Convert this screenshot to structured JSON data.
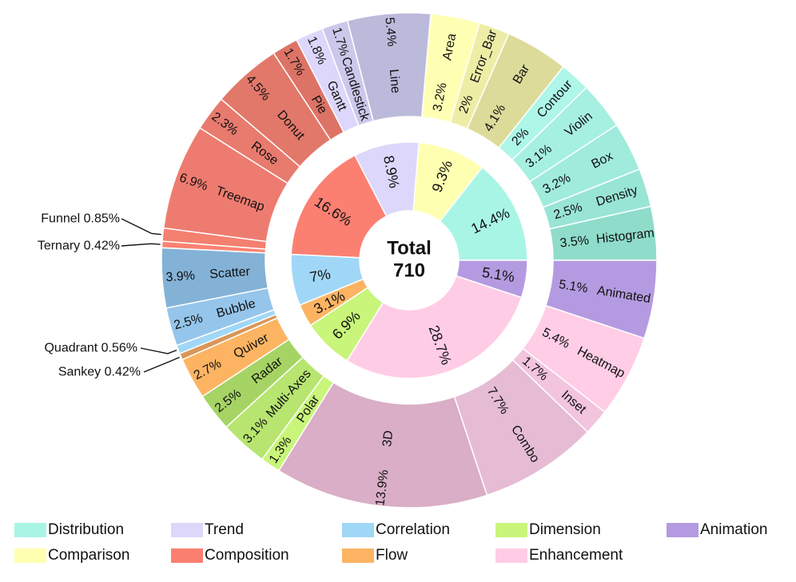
{
  "chart_data": {
    "type": "pie",
    "center_label": {
      "line1": "Total",
      "line2": "710"
    },
    "inner": [
      {
        "id": "distribution",
        "label": "14.4%",
        "value": 14.4,
        "color": "#a8f5e6"
      },
      {
        "id": "comparison",
        "label": "9.3%",
        "value": 9.3,
        "color": "#ffffb2"
      },
      {
        "id": "trend",
        "label": "8.9%",
        "value": 8.9,
        "color": "#dcd7fb"
      },
      {
        "id": "composition",
        "label": "16.6%",
        "value": 16.6,
        "color": "#fb8071"
      },
      {
        "id": "correlation",
        "label": "7%",
        "value": 7.0,
        "color": "#a0d7f7"
      },
      {
        "id": "flow",
        "label": "3.1%",
        "value": 3.1,
        "color": "#fcb463"
      },
      {
        "id": "dimension",
        "label": "6.9%",
        "value": 6.9,
        "color": "#c8f57a"
      },
      {
        "id": "enhancement",
        "label": "28.7%",
        "value": 28.7,
        "color": "#ffcce6"
      },
      {
        "id": "animation",
        "label": "5.1%",
        "value": 5.1,
        "color": "#b49be1"
      }
    ],
    "outer": [
      {
        "name": "Histogram",
        "label": "3.5%",
        "value": 3.5,
        "group": "distribution",
        "color": "#8fdccb"
      },
      {
        "name": "Density",
        "label": "2.5%",
        "value": 2.5,
        "group": "distribution",
        "color": "#99e5d5"
      },
      {
        "name": "Box",
        "label": "3.2%",
        "value": 3.2,
        "group": "distribution",
        "color": "#a0ebdc"
      },
      {
        "name": "Violin",
        "label": "3.1%",
        "value": 3.1,
        "group": "distribution",
        "color": "#a6f0e1"
      },
      {
        "name": "Contour",
        "label": "2%",
        "value": 2.0,
        "group": "distribution",
        "color": "#adf6e8"
      },
      {
        "name": "Bar",
        "label": "4.1%",
        "value": 4.1,
        "group": "comparison",
        "color": "#dcdb9a"
      },
      {
        "name": "Error_Bar",
        "label": "2%",
        "value": 2.0,
        "group": "comparison",
        "color": "#eeeda6"
      },
      {
        "name": "Area",
        "label": "3.2%",
        "value": 3.2,
        "group": "comparison",
        "color": "#ffffb4"
      },
      {
        "name": "Line",
        "label": "5.4%",
        "value": 5.4,
        "group": "trend",
        "color": "#bcbadb"
      },
      {
        "name": "Candlestick",
        "label": "1.7%",
        "value": 1.7,
        "group": "trend",
        "color": "#ccc8eb"
      },
      {
        "name": "Gantt",
        "label": "1.8%",
        "value": 1.8,
        "group": "trend",
        "color": "#dcd7fb"
      },
      {
        "name": "Pie",
        "label": "1.7%",
        "value": 1.7,
        "group": "composition",
        "color": "#dd7366"
      },
      {
        "name": "Donut",
        "label": "4.5%",
        "value": 4.5,
        "group": "composition",
        "color": "#e2786a"
      },
      {
        "name": "Rose",
        "label": "2.3%",
        "value": 2.3,
        "group": "composition",
        "color": "#e87a6e"
      },
      {
        "name": "Treemap",
        "label": "6.9%",
        "value": 6.9,
        "group": "composition",
        "color": "#ee7b6f"
      },
      {
        "name": "Funnel",
        "label": "0.85%",
        "value": 0.85,
        "group": "composition",
        "color": "#f48070"
      },
      {
        "name": "Ternary",
        "label": "0.42%",
        "value": 0.42,
        "group": "composition",
        "color": "#fb8273"
      },
      {
        "name": "Scatter",
        "label": "3.9%",
        "value": 3.9,
        "group": "correlation",
        "color": "#84b2d6"
      },
      {
        "name": "Bubble",
        "label": "2.5%",
        "value": 2.5,
        "group": "correlation",
        "color": "#95c5eb"
      },
      {
        "name": "Quadrant",
        "label": "0.56%",
        "value": 0.56,
        "group": "correlation",
        "color": "#a0d7f7"
      },
      {
        "name": "Sankey",
        "label": "0.42%",
        "value": 0.42,
        "group": "flow",
        "color": "#d9965a"
      },
      {
        "name": "Quiver",
        "label": "2.7%",
        "value": 2.7,
        "group": "flow",
        "color": "#fcb463"
      },
      {
        "name": "Radar",
        "label": "2.5%",
        "value": 2.5,
        "group": "dimension",
        "color": "#a6d464"
      },
      {
        "name": "Multi-Axes",
        "label": "3.1%",
        "value": 3.1,
        "group": "dimension",
        "color": "#b7e56f"
      },
      {
        "name": "Polar",
        "label": "1.3%",
        "value": 1.3,
        "group": "dimension",
        "color": "#c8f57a"
      },
      {
        "name": "3D",
        "label": "13.9%",
        "value": 13.9,
        "group": "enhancement",
        "color": "#d9aec6"
      },
      {
        "name": "Combo",
        "label": "7.7%",
        "value": 7.7,
        "group": "enhancement",
        "color": "#e5bcd3"
      },
      {
        "name": "Inset",
        "label": "1.7%",
        "value": 1.7,
        "group": "enhancement",
        "color": "#f2c4dd"
      },
      {
        "name": "Heatmap",
        "label": "5.4%",
        "value": 5.4,
        "group": "enhancement",
        "color": "#ffcde6"
      },
      {
        "name": "Animated",
        "label": "5.1%",
        "value": 5.1,
        "group": "animation",
        "color": "#b49be1"
      }
    ],
    "legend": [
      {
        "name": "Distribution",
        "color": "#a8f5e6"
      },
      {
        "name": "Trend",
        "color": "#dcd7fb"
      },
      {
        "name": "Correlation",
        "color": "#a0d7f7"
      },
      {
        "name": "Dimension",
        "color": "#c8f57a"
      },
      {
        "name": "Animation",
        "color": "#b49be1"
      },
      {
        "name": "Comparison",
        "color": "#ffffb2"
      },
      {
        "name": "Composition",
        "color": "#fb8071"
      },
      {
        "name": "Flow",
        "color": "#fcb463"
      },
      {
        "name": "Enhancement",
        "color": "#ffcce6"
      }
    ],
    "external_labels": [
      "Funnel",
      "Ternary",
      "Quadrant",
      "Sankey"
    ]
  }
}
